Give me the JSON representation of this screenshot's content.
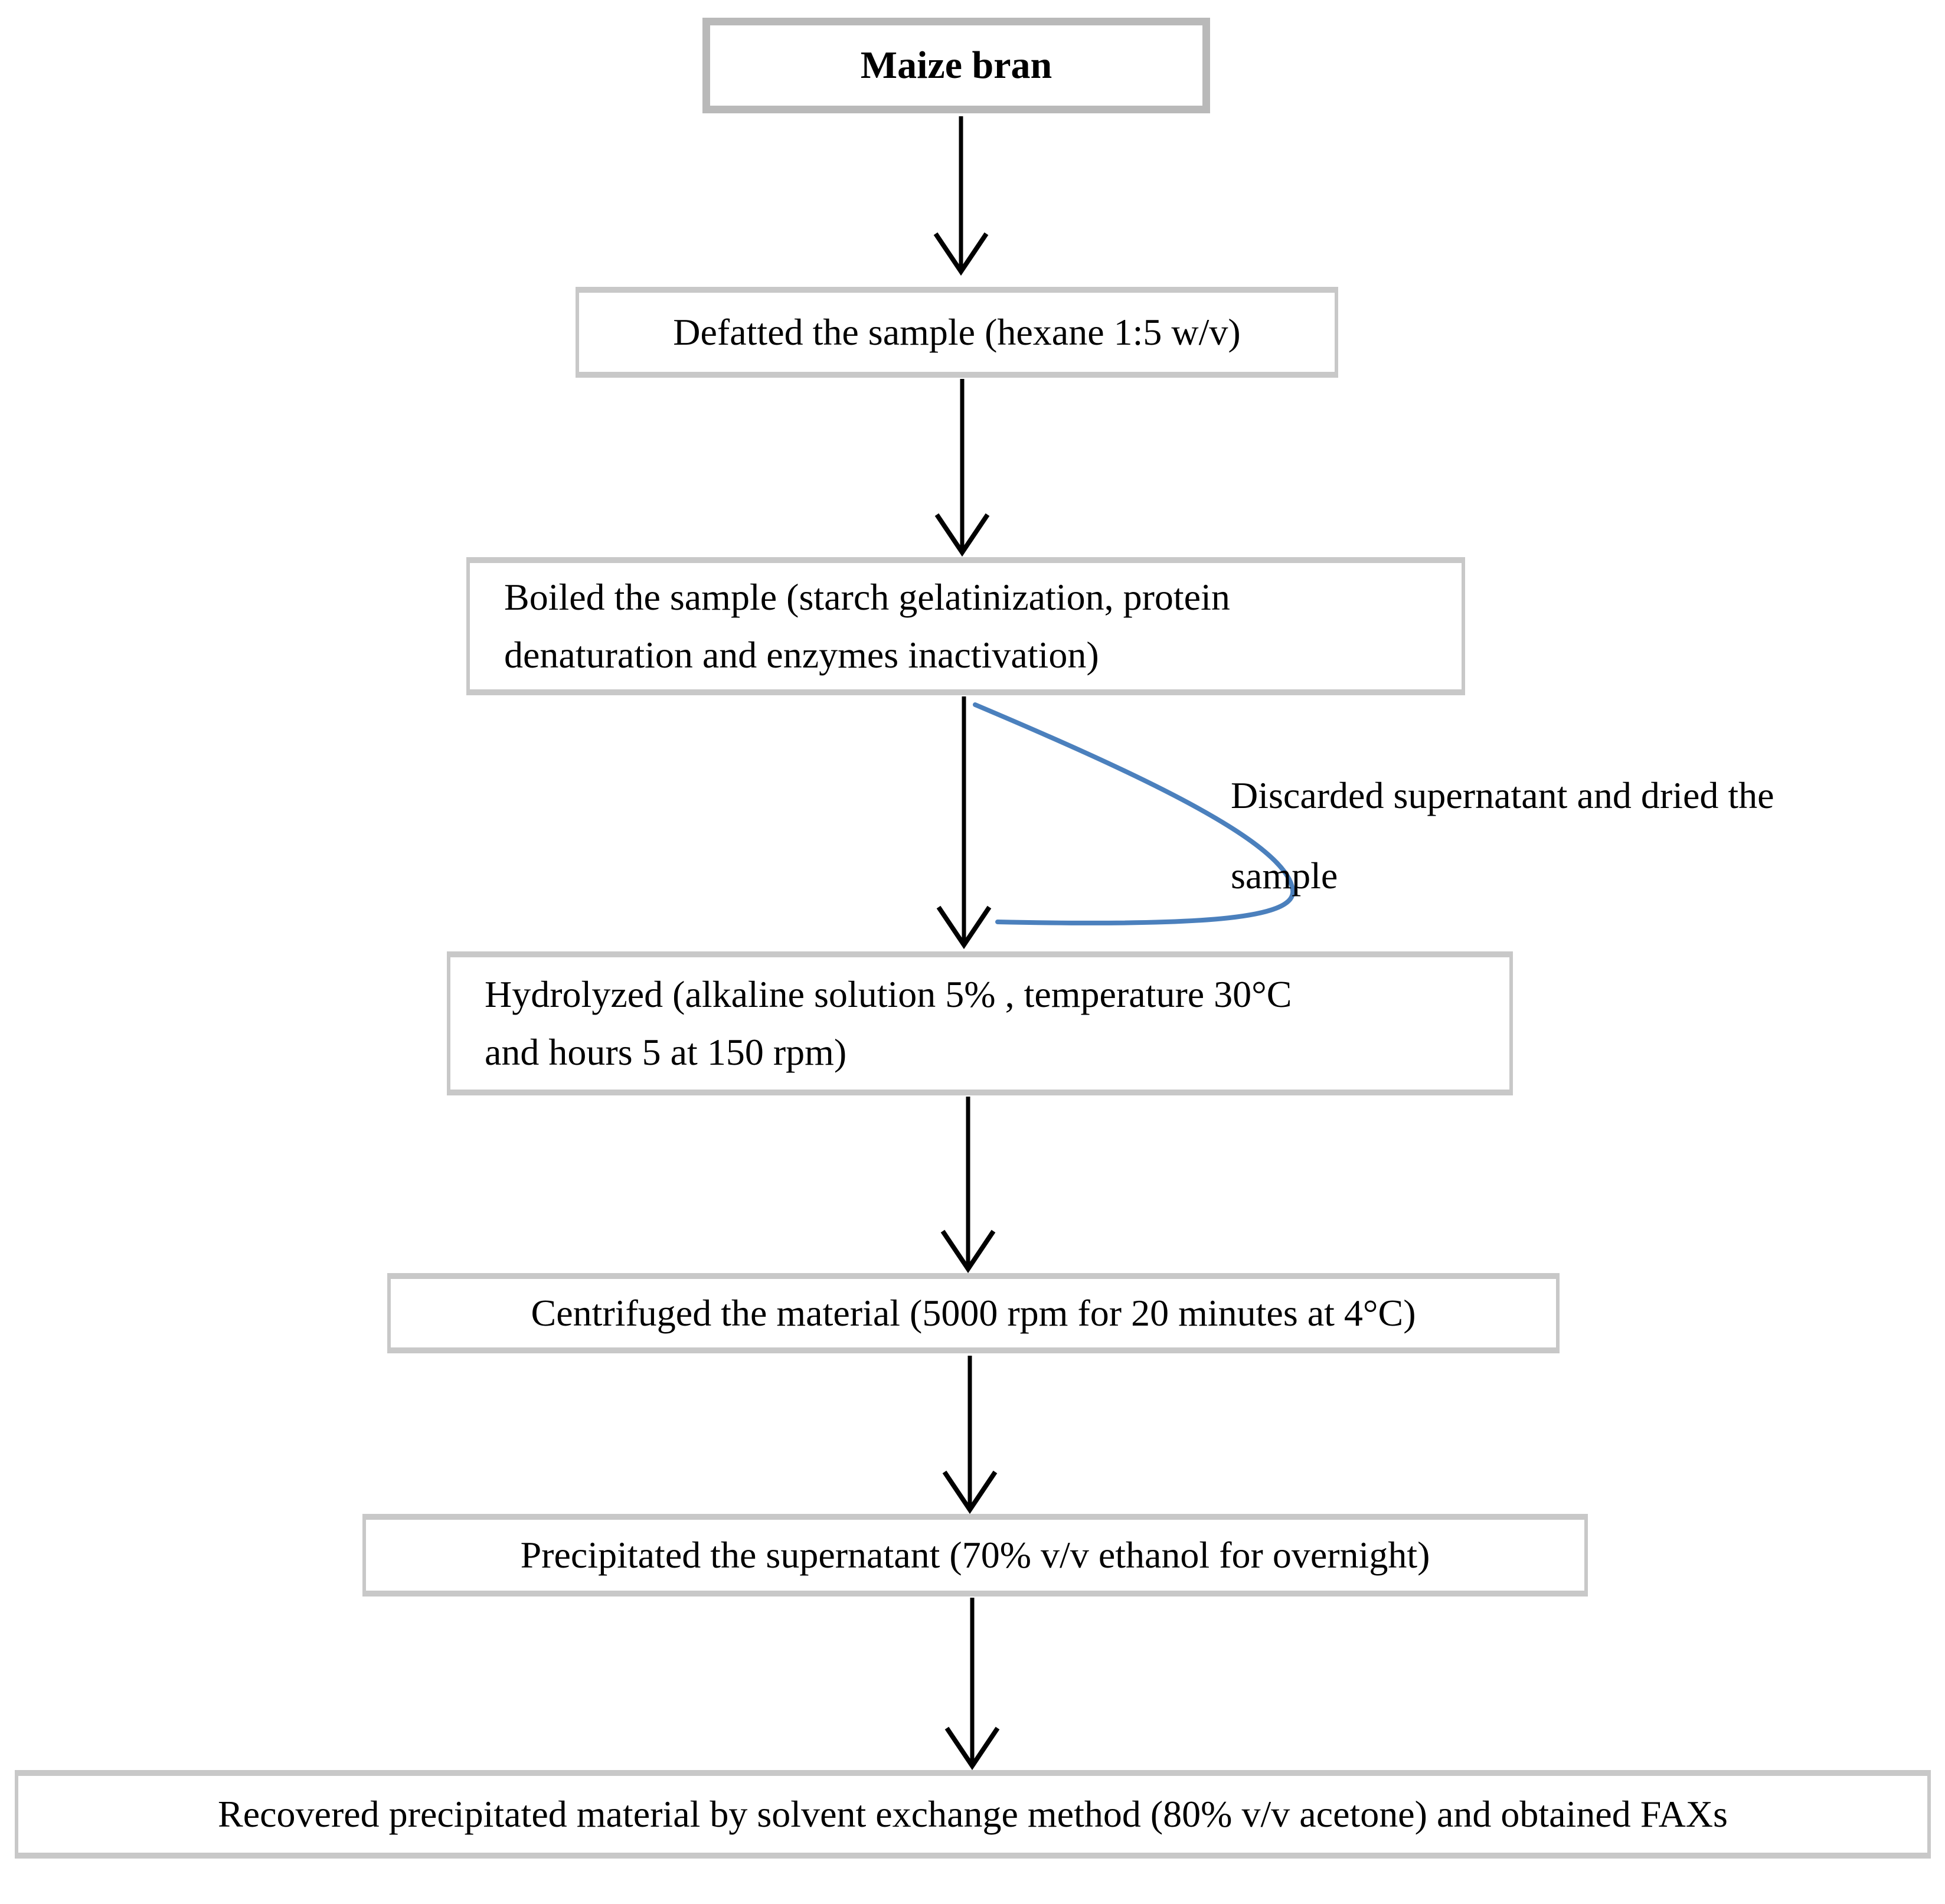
{
  "figure": {
    "type": "flowchart",
    "description_visible": false
  },
  "palette": {
    "background": "#ffffff",
    "box_fill": "#ffffff",
    "box_border": "#c8c8c8",
    "start_box_border": "#b9b9b9",
    "text_color": "#000000",
    "arrow_color": "#000000",
    "loop_curve_color": "#4b80bd"
  },
  "nodes": [
    {
      "id": "maize-bran",
      "label": "Maize bran"
    },
    {
      "id": "defatted",
      "label": "Defatted the sample (hexane 1:5 w/v)"
    },
    {
      "id": "boiled",
      "label": "Boiled the sample (starch gelatinization, protein\ndenaturation and enzymes inactivation)"
    },
    {
      "id": "hydrolyzed",
      "label": "Hydrolyzed (alkaline solution 5% , temperature  30°C\nand hours 5 at 150 rpm)"
    },
    {
      "id": "centrifuged",
      "label": "Centrifuged the material (5000 rpm for 20 minutes at 4°C)"
    },
    {
      "id": "precipitated",
      "label": "Precipitated the supernatant (70% v/v ethanol for overnight)"
    },
    {
      "id": "recovered",
      "label": "Recovered precipitated material by solvent exchange method (80% v/v acetone) and obtained FAXs"
    }
  ],
  "annotations": [
    {
      "id": "discard-note",
      "text": "Discarded supernatant and dried the\nsample"
    }
  ],
  "edges": [
    {
      "from": "maize-bran",
      "to": "defatted",
      "type": "arrow"
    },
    {
      "from": "defatted",
      "to": "boiled",
      "type": "arrow"
    },
    {
      "from": "boiled",
      "to": "hydrolyzed",
      "type": "arrow"
    },
    {
      "from": "hydrolyzed",
      "to": "centrifuged",
      "type": "arrow"
    },
    {
      "from": "centrifuged",
      "to": "precipitated",
      "type": "arrow"
    },
    {
      "from": "precipitated",
      "to": "recovered",
      "type": "arrow"
    },
    {
      "from": "boiled",
      "to": "hydrolyzed",
      "type": "side-loop",
      "note": "Discarded supernatant and dried the sample"
    }
  ]
}
